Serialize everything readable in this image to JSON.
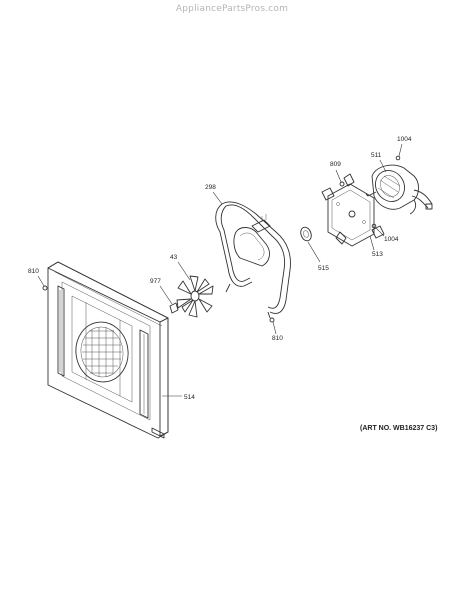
{
  "watermark": "AppliancePartsPros.com",
  "art_number": "(ART NO. WB16237 C3)",
  "parts": [
    {
      "label": "810",
      "name": "screw"
    },
    {
      "label": "514",
      "name": "convection-cover"
    },
    {
      "label": "977",
      "name": "nut"
    },
    {
      "label": "43",
      "name": "fan-blade"
    },
    {
      "label": "298",
      "name": "convection-element"
    },
    {
      "label": "810",
      "name": "screw"
    },
    {
      "label": "515",
      "name": "gasket"
    },
    {
      "label": "809",
      "name": "screw"
    },
    {
      "label": "511",
      "name": "convection-motor"
    },
    {
      "label": "1004",
      "name": "screw"
    },
    {
      "label": "513",
      "name": "motor-mount-bracket"
    },
    {
      "label": "1004",
      "name": "screw"
    }
  ]
}
